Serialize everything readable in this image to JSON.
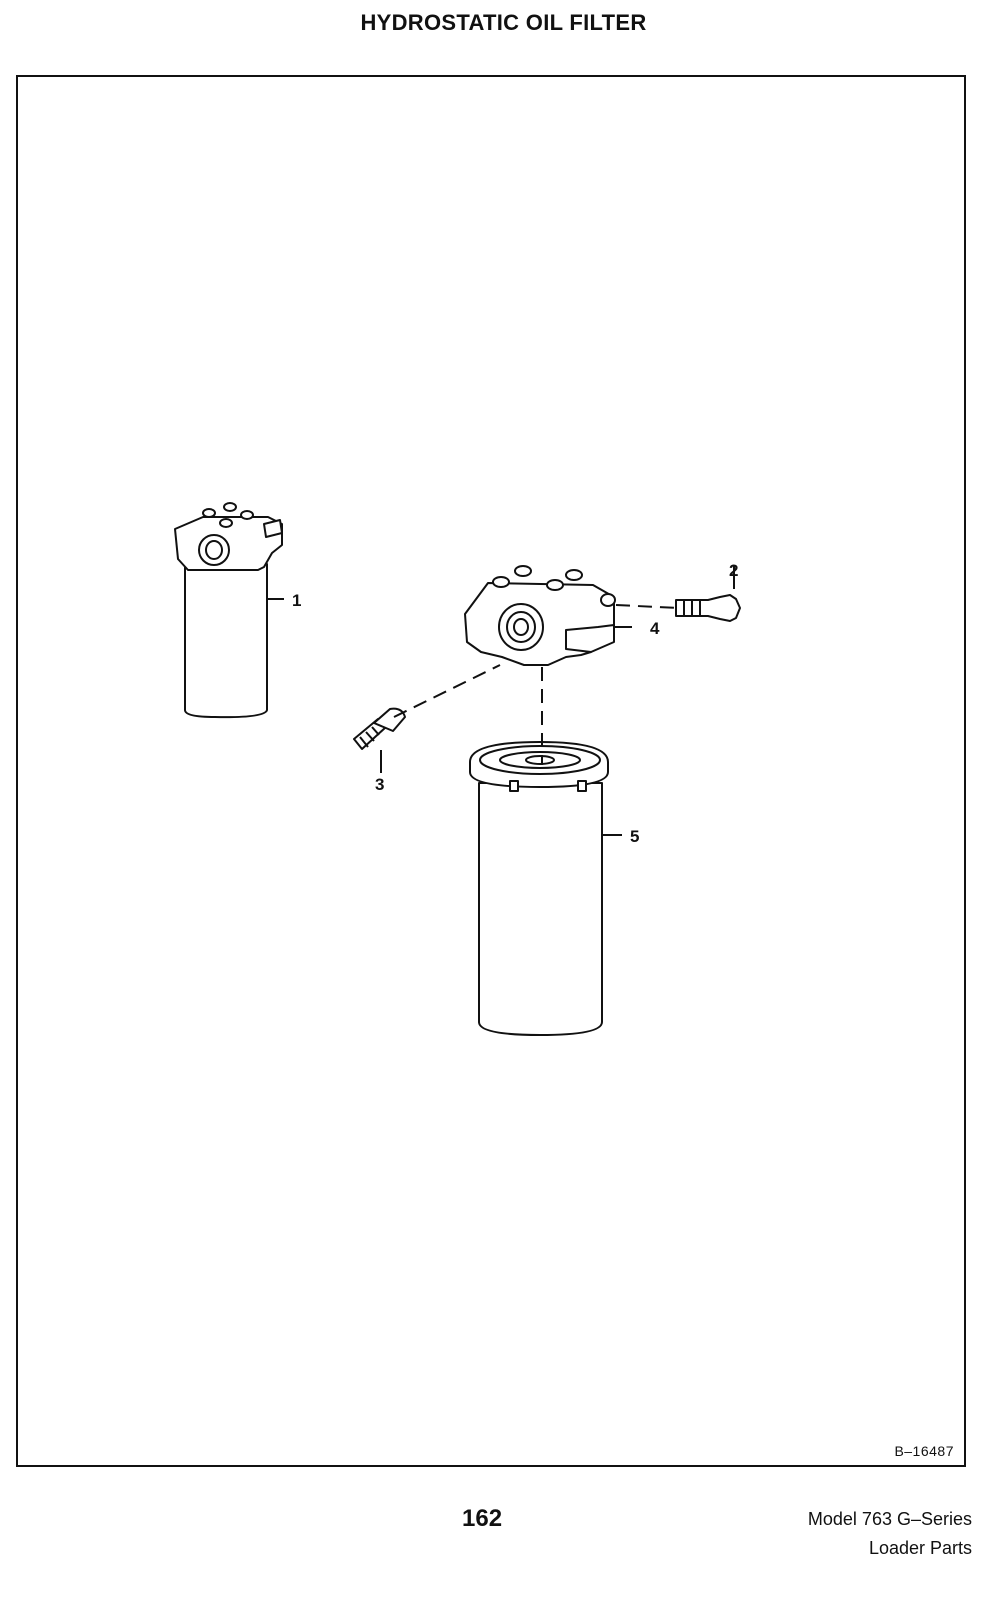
{
  "page": {
    "title": "HYDROSTATIC OIL FILTER",
    "page_number": "162",
    "model_line": "Model 763 G–Series",
    "doc_line": "Loader Parts"
  },
  "figure": {
    "drawing_id": "B–16487",
    "callouts": [
      "1",
      "2",
      "3",
      "4",
      "5"
    ]
  }
}
